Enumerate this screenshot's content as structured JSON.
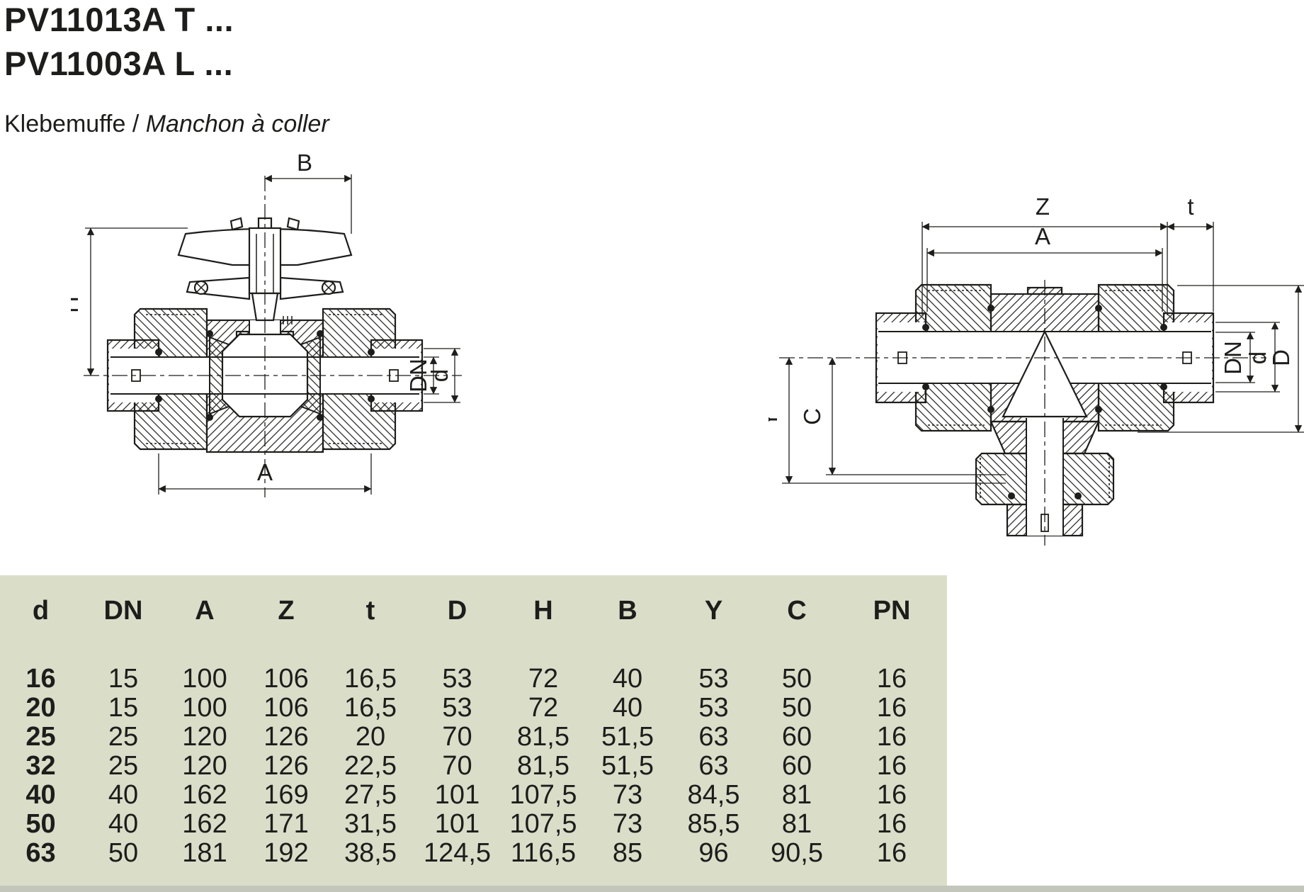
{
  "page": {
    "title_line1": "PV11013A T ...",
    "title_line2": "PV11003A L ...",
    "subtitle": {
      "de": "Klebemuffe",
      "sep": " / ",
      "fr": "Manchon à coller"
    }
  },
  "drawings": {
    "left": {
      "description": "ball valve cross-section, side view with handle",
      "dims": {
        "b": "B",
        "h": "H",
        "a": "A",
        "dn": "DN",
        "d": "d"
      }
    },
    "right": {
      "description": "T-port valve cross-section with bottom branch",
      "dims": {
        "z": "Z",
        "t": "t",
        "a": "A",
        "y": "Y",
        "c": "C",
        "dn": "DN",
        "d": "d",
        "D": "D"
      }
    }
  },
  "table": {
    "colors": {
      "background": "#dadec9",
      "edge": "#c3c6ba",
      "text": "#1d1d1b"
    },
    "columns": [
      "d",
      "DN",
      "A",
      "Z",
      "t",
      "D",
      "H",
      "B",
      "Y",
      "C",
      "PN"
    ],
    "rows": [
      [
        "16",
        "15",
        "100",
        "106",
        "16,5",
        "53",
        "72",
        "40",
        "53",
        "50",
        "16"
      ],
      [
        "20",
        "15",
        "100",
        "106",
        "16,5",
        "53",
        "72",
        "40",
        "53",
        "50",
        "16"
      ],
      [
        "25",
        "25",
        "120",
        "126",
        "20",
        "70",
        "81,5",
        "51,5",
        "63",
        "60",
        "16"
      ],
      [
        "32",
        "25",
        "120",
        "126",
        "22,5",
        "70",
        "81,5",
        "51,5",
        "63",
        "60",
        "16"
      ],
      [
        "40",
        "40",
        "162",
        "169",
        "27,5",
        "101",
        "107,5",
        "73",
        "84,5",
        "81",
        "16"
      ],
      [
        "50",
        "40",
        "162",
        "171",
        "31,5",
        "101",
        "107,5",
        "73",
        "85,5",
        "81",
        "16"
      ],
      [
        "63",
        "50",
        "181",
        "192",
        "38,5",
        "124,5",
        "116,5",
        "85",
        "96",
        "90,5",
        "16"
      ]
    ]
  }
}
